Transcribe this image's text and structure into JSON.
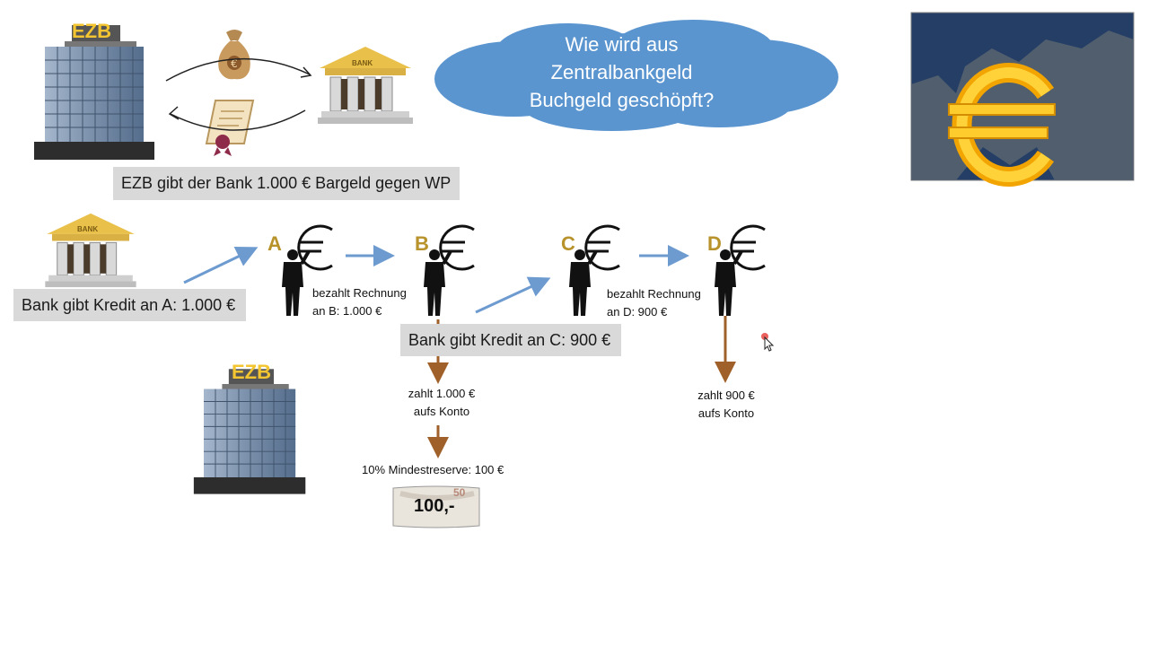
{
  "logo_ezb_top": "EZB",
  "logo_ezb_bottom": "EZB",
  "bank_sign_top": "BANK",
  "bank_sign_left": "BANK",
  "cloud_question": [
    "Wie wird aus",
    "Zentralbankgeld",
    "Buchgeld geschöpft?"
  ],
  "caption_ezb": "EZB gibt der Bank 1.000 € Bargeld gegen WP",
  "caption_credit_a": "Bank gibt Kredit an A: 1.000 €",
  "caption_credit_c": "Bank gibt Kredit an C: 900 €",
  "persons": [
    "A",
    "B",
    "C",
    "D"
  ],
  "pay_b": [
    "bezahlt Rechnung",
    "an B: 1.000 €"
  ],
  "pay_d": [
    "bezahlt Rechnung",
    "an D: 900 €"
  ],
  "deposit_b": [
    "zahlt 1.000 €",
    "aufs Konto"
  ],
  "deposit_d": [
    "zahlt 900 €",
    "aufs Konto"
  ],
  "reserve": "10% Mindestreserve: 100 €",
  "banknote_value": "100,-",
  "banknote_corner": "50",
  "colors": {
    "arrow_blue": "#6d9bd0",
    "arrow_brown": "#a0602a",
    "cloud": "#5b95cf",
    "caption_bg": "#d9d9d9",
    "letters": "#b8922a",
    "ezb_gold": "#f3c531"
  },
  "icons": [
    "ezb-building-icon",
    "money-bag-icon",
    "certificate-scroll-icon",
    "bank-icon",
    "euro-map-icon",
    "person-euro-icon",
    "banknote-icon",
    "cursor-icon"
  ]
}
